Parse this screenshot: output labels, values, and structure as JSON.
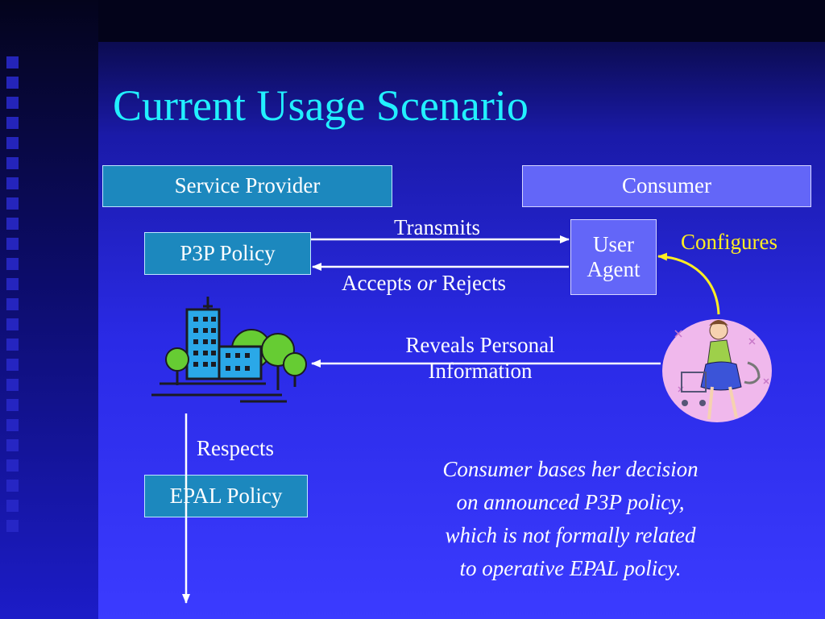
{
  "slide": {
    "title": "Current Usage Scenario",
    "service_provider": "Service Provider",
    "consumer": "Consumer",
    "p3p_policy": "P3P Policy",
    "user_agent_line1": "User",
    "user_agent_line2": "Agent",
    "transmits": "Transmits",
    "accepts": "Accepts ",
    "or": "or",
    "rejects": " Rejects",
    "configures": "Configures",
    "reveals_line1": "Reveals Personal",
    "reveals_line2": "Information",
    "respects": "Respects",
    "epal_policy": "EPAL Policy",
    "note_line1": "Consumer bases her decision",
    "note_line2": "on announced P3P policy,",
    "note_line3": "which is not formally related",
    "note_line4": "to operative EPAL policy."
  },
  "colors": {
    "title": "#22f0ff",
    "teal_box": "#1c88be",
    "lavender_box": "#6366f8",
    "configures": "#ffee22",
    "background": "#2a2ae6"
  }
}
